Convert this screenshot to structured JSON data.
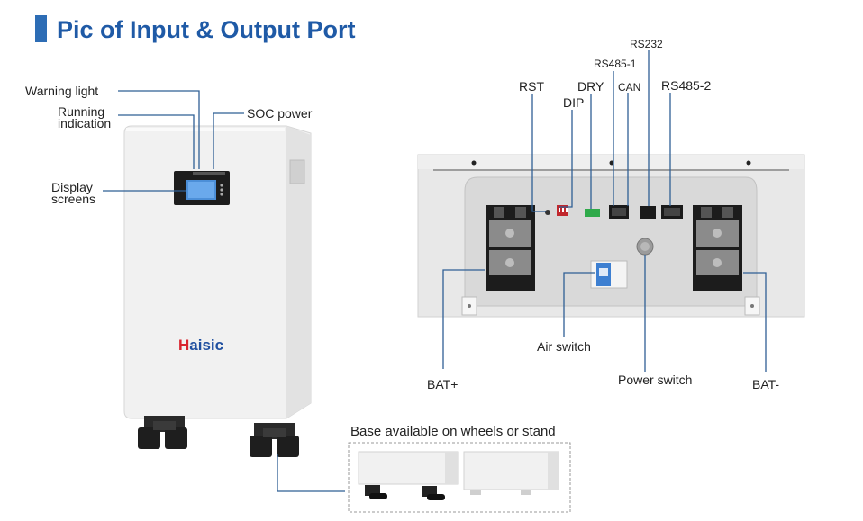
{
  "header": {
    "title": "Pic of Input & Output Port"
  },
  "battery": {
    "brand_prefix": "H",
    "brand_rest": "aisic",
    "labels": {
      "warning_light": "Warning light",
      "running_line1": "Running",
      "running_line2": "indication",
      "soc_power": "SOC power",
      "display_line1": "Display",
      "display_line2": "screens"
    }
  },
  "ports": {
    "labels": {
      "rst": "RST",
      "dip": "DIP",
      "dry": "DRY",
      "rs485_1": "RS485-1",
      "can": "CAN",
      "rs232": "RS232",
      "rs485_2": "RS485-2",
      "bat_plus": "BAT+",
      "air_switch": "Air switch",
      "power_switch": "Power switch",
      "bat_minus": "BAT-"
    }
  },
  "base": {
    "caption": "Base available on wheels or stand"
  },
  "colors": {
    "title": "#1f5aa6",
    "accent_bar": "#2d6db5",
    "leader_line": "#2f5f95",
    "brand_blue": "#1f4fa0",
    "brand_red": "#d9232d"
  }
}
